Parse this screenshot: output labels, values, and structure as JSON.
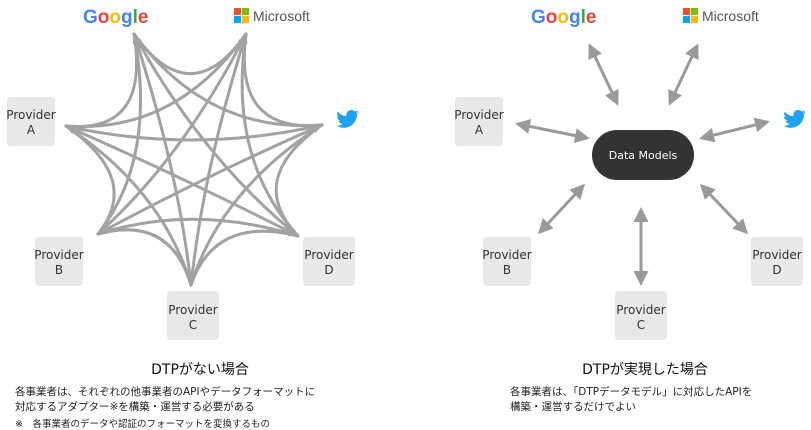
{
  "colors": {
    "arrow": "#999999",
    "node_bg": "#e8e8e8",
    "center_bg": "#333333",
    "twitter": "#1da1f2",
    "google": [
      "#4285F4",
      "#EA4335",
      "#FBBC05",
      "#4285F4",
      "#34A853",
      "#EA4335"
    ],
    "microsoft": [
      "#F25022",
      "#7FBA00",
      "#00A4EF",
      "#FFB900"
    ]
  },
  "left": {
    "logos": {
      "google": "Google",
      "microsoft": "Microsoft",
      "twitter": "twitter-bird-icon"
    },
    "providers": {
      "a": {
        "line1": "Provider",
        "line2": "A"
      },
      "b": {
        "line1": "Provider",
        "line2": "B"
      },
      "c": {
        "line1": "Provider",
        "line2": "C"
      },
      "d": {
        "line1": "Provider",
        "line2": "D"
      }
    },
    "caption": "DTPがない場合",
    "desc_line1": "各事業者は、それぞれの他事業者のAPIやデータフォーマットに",
    "desc_line2": "対応するアダプター※を構築・運営する必要がある",
    "note": "※　各事業者のデータや認証のフォーマットを変換するもの"
  },
  "right": {
    "logos": {
      "google": "Google",
      "microsoft": "Microsoft",
      "twitter": "twitter-bird-icon"
    },
    "center": "Data Models",
    "providers": {
      "a": {
        "line1": "Provider",
        "line2": "A"
      },
      "b": {
        "line1": "Provider",
        "line2": "B"
      },
      "c": {
        "line1": "Provider",
        "line2": "C"
      },
      "d": {
        "line1": "Provider",
        "line2": "D"
      }
    },
    "caption": "DTPが実現した場合",
    "desc_line1": "各事業者は、「DTPデータモデル」に対応したAPIを",
    "desc_line2": "構築・運営するだけでよい"
  }
}
